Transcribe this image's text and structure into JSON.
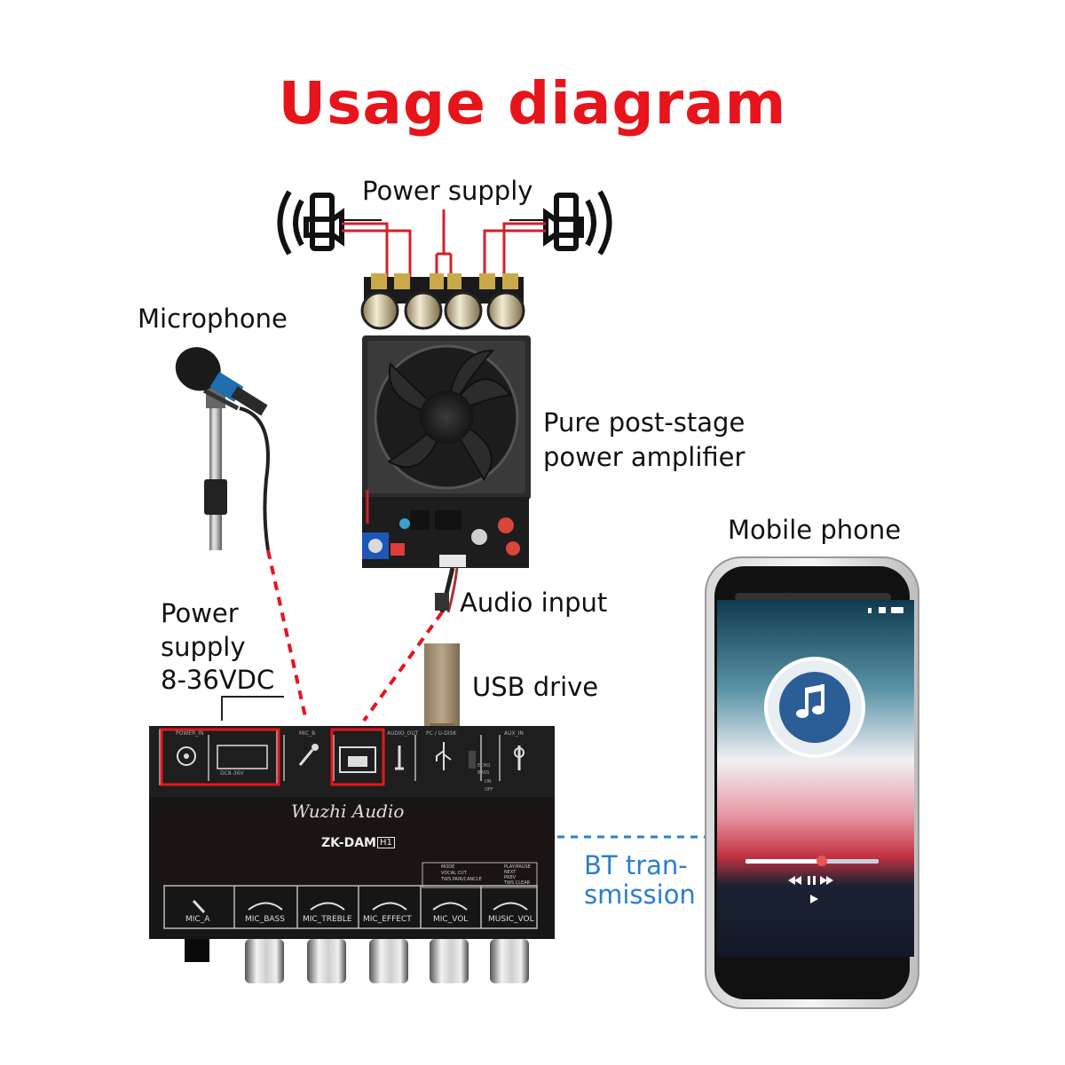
{
  "title": "Usage diagram",
  "labels": {
    "power_supply_top": "Power supply",
    "microphone": "Microphone",
    "amplifier_line1": "Pure post-stage",
    "amplifier_line2": "power amplifier",
    "mobile_phone": "Mobile phone",
    "power_supply_left_line1": "Power",
    "power_supply_left_line2": "supply",
    "power_supply_left_line3": "8-36VDC",
    "audio_input": "Audio input",
    "usb_drive": "USB drive",
    "bt_line1": "BT tran-",
    "bt_line2": "smission"
  },
  "device": {
    "brand": "Wuzhi Audio",
    "model": "ZK-DAM",
    "model_badge": "H1",
    "knob_labels": [
      "MIC_A",
      "MIC_BASS",
      "MIC_TREBLE",
      "MIC_EFFECT",
      "MIC_VOL",
      "MUSIC_VOL"
    ],
    "top_labels": [
      "POWER_IN",
      "MIC_B",
      "AUDIO_OUT",
      "PC / U-DISK",
      "AUX_IN"
    ],
    "switch_labels": [
      "ECHO",
      "BASS",
      "ON",
      "OFF"
    ],
    "mode_legend": [
      "MODE",
      "VOCAL CUT",
      "TWS PAIR/CANCLE"
    ],
    "play_legend": [
      "PLAY/PAUSE",
      "NEXT",
      "PREV",
      "TWS CLEAR"
    ],
    "power_spec": "DC8-36V"
  },
  "colors": {
    "title": "#e8141b",
    "highlight_box": "#e8141b",
    "dashed_red": "#e8141b",
    "dashed_blue": "#2a7fd0"
  },
  "icons": [
    "speaker-left-icon",
    "speaker-right-icon",
    "microphone-icon",
    "music-note-icon",
    "usb-icon"
  ]
}
